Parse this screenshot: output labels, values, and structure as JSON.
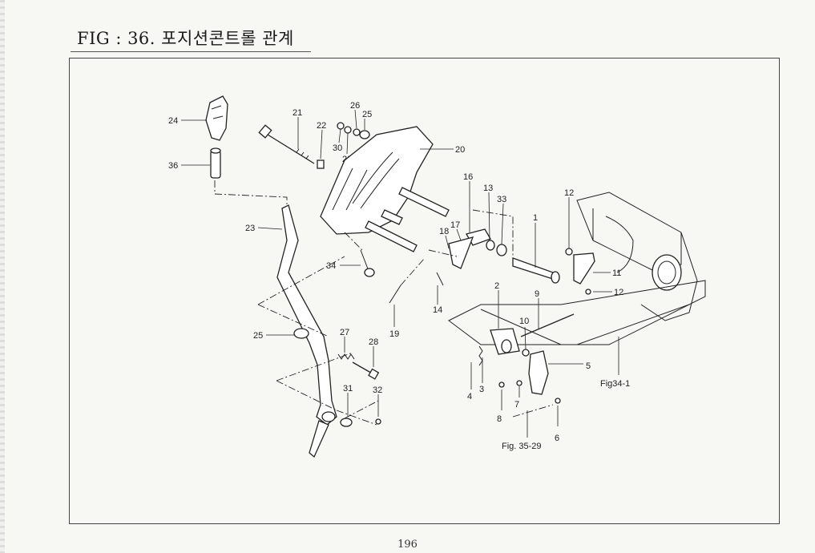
{
  "title": "FIG : 36. 포지션콘트롤 관계",
  "page_number": "196",
  "callouts": {
    "c1": "1",
    "c2": "2",
    "c3": "3",
    "c4": "4",
    "c5": "5",
    "c6": "6",
    "c7": "7",
    "c8": "8",
    "c9": "9",
    "c10": "10",
    "c11": "11",
    "c12a": "12",
    "c12b": "12",
    "c13": "13",
    "c14": "14",
    "c16": "16",
    "c17": "17",
    "c18": "18",
    "c19": "19",
    "c20": "20",
    "c21": "21",
    "c22": "22",
    "c23": "23",
    "c24": "24",
    "c25a": "25",
    "c25b": "25",
    "c26": "26",
    "c27": "27",
    "c28": "28",
    "c29": "29",
    "c30": "30",
    "c31": "31",
    "c32": "32",
    "c33": "33",
    "c34": "34",
    "c36": "36"
  },
  "references": {
    "fig34": "Fig34-1",
    "fig35": "Fig. 35-29"
  }
}
